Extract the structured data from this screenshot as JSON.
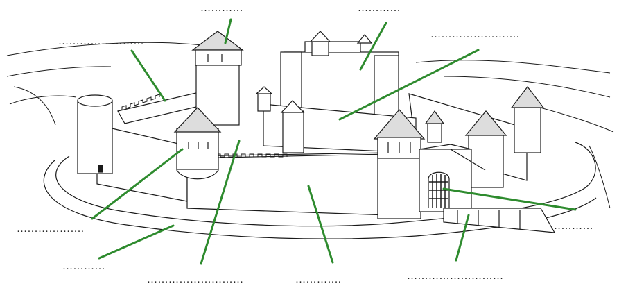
{
  "labels": [
    {
      "id": "blank-1",
      "text": "…………"
    },
    {
      "id": "blank-2",
      "text": "…………"
    },
    {
      "id": "blank-3",
      "text": "……………………."
    },
    {
      "id": "blank-4",
      "text": "……………………"
    },
    {
      "id": "blank-5",
      "text": "………………."
    },
    {
      "id": "blank-6",
      "text": "…………"
    },
    {
      "id": "blank-7",
      "text": "………………………"
    },
    {
      "id": "blank-8",
      "text": "…………."
    },
    {
      "id": "blank-9",
      "text": "………………………"
    },
    {
      "id": "blank-10",
      "text": "…………"
    }
  ],
  "colors": {
    "leader_line": "#2e8b2e",
    "ink": "#1a1a1a",
    "paper": "#ffffff"
  }
}
